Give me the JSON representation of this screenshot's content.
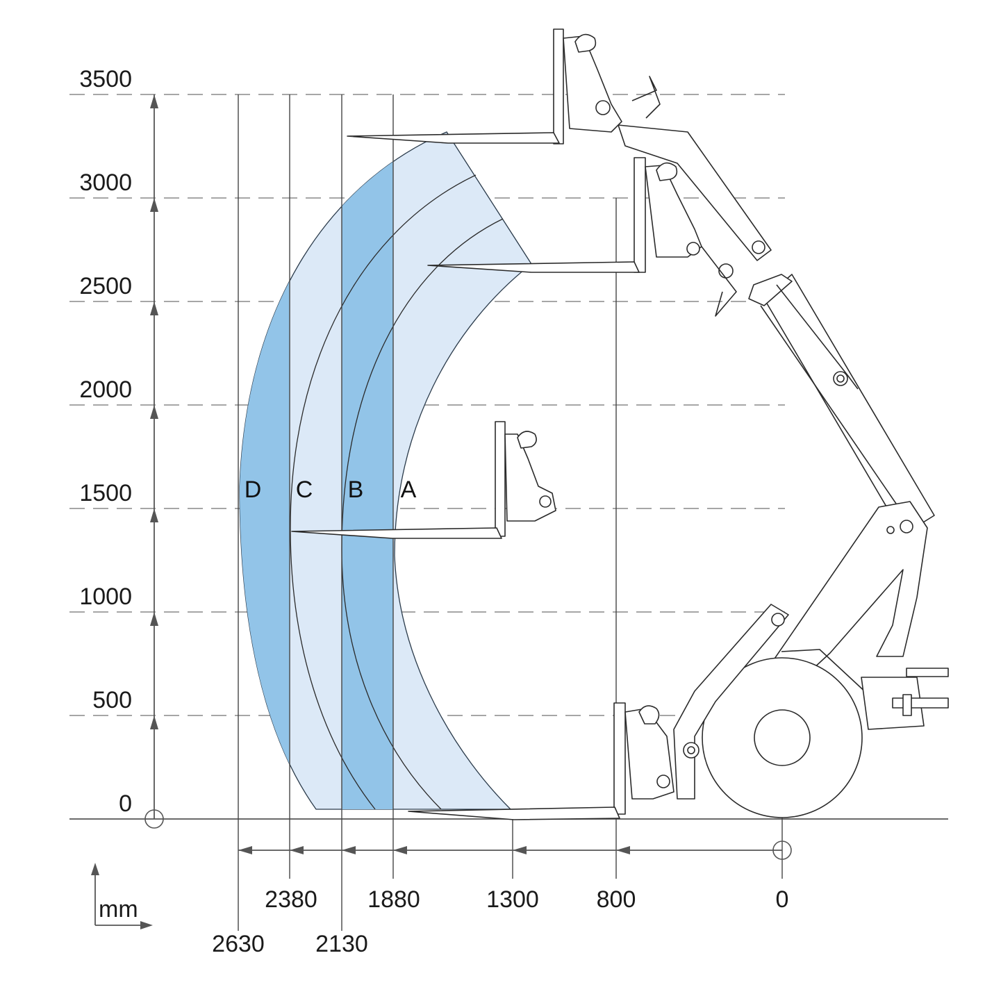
{
  "diagram": {
    "unit_label": "mm",
    "height_ticks": [
      "0",
      "500",
      "1000",
      "1500",
      "2000",
      "2500",
      "3000",
      "3500"
    ],
    "reach_ticks": [
      {
        "label": "2630",
        "value": 2630
      },
      {
        "label": "2380",
        "value": 2380
      },
      {
        "label": "2130",
        "value": 2130
      },
      {
        "label": "1880",
        "value": 1880
      },
      {
        "label": "1300",
        "value": 1300
      },
      {
        "label": "800",
        "value": 800
      },
      {
        "label": "0",
        "value": 0
      }
    ],
    "zones": [
      {
        "letter": "D",
        "color": "#92c4e8"
      },
      {
        "letter": "C",
        "color": "#dce9f7"
      },
      {
        "letter": "B",
        "color": "#92c4e8"
      },
      {
        "letter": "A",
        "color": "#dce9f7"
      }
    ],
    "colors": {
      "band_dark": "#92c4e8",
      "band_light": "#dce9f7",
      "lines": "#555555"
    }
  }
}
